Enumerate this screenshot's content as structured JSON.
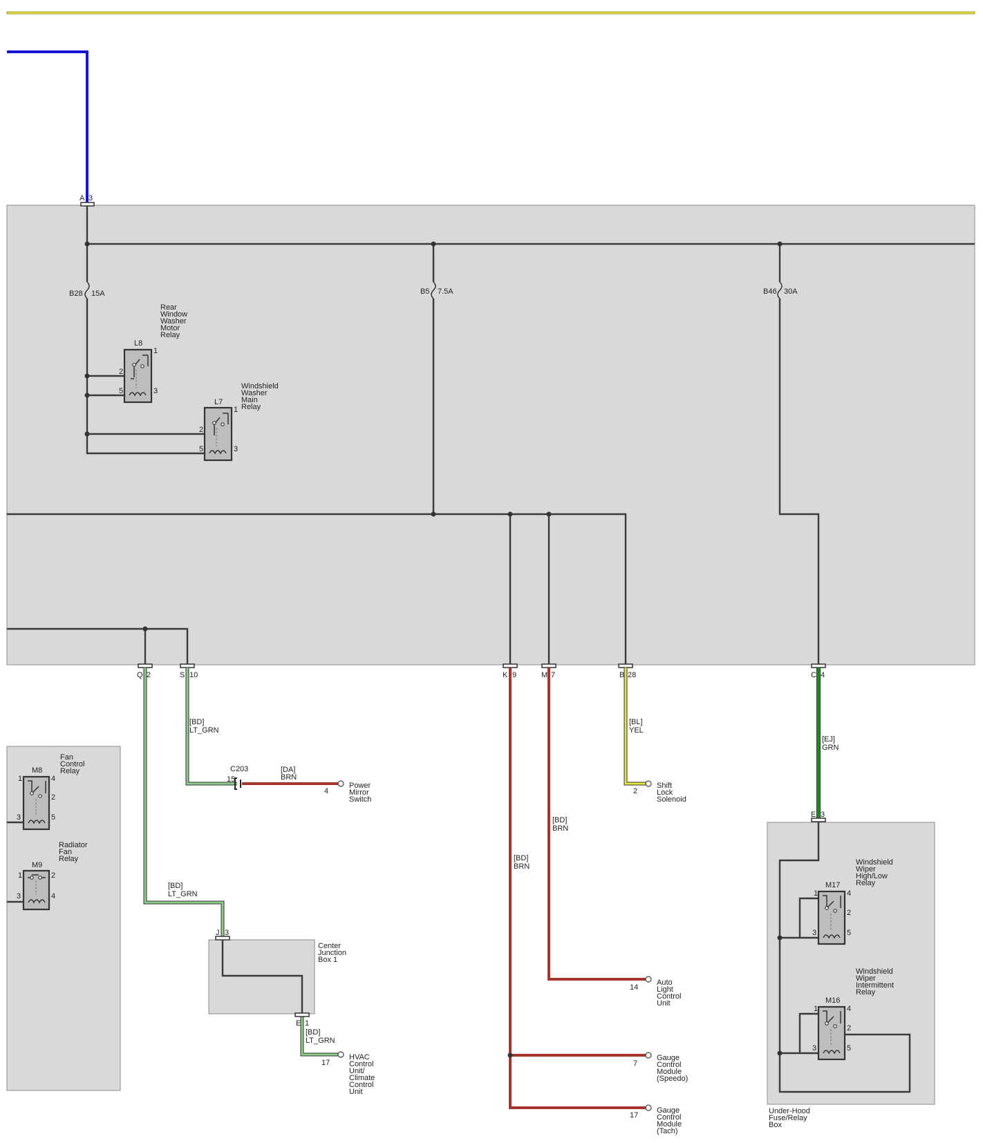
{
  "colors": {
    "panel": "#d9d9d9",
    "blue_wire": "#1414d2",
    "wire_BRN": "#a8322e",
    "wire_LT_GRN": "#8dcc8a",
    "wire_YEL": "#e9e43a",
    "wire_GRN": "#1f8a22",
    "header_rule": "#e6e23c",
    "internal_wire": "#3a3a3a"
  },
  "fuses": [
    {
      "id": "B28",
      "rating": "15A"
    },
    {
      "id": "B5",
      "rating": "7.5A"
    },
    {
      "id": "B46",
      "rating": "30A"
    }
  ],
  "relays": {
    "L8": {
      "name_lines": [
        "Rear",
        "Window",
        "Washer",
        "Motor",
        "Relay"
      ],
      "pins": [
        "1",
        "2",
        "5",
        "3"
      ]
    },
    "L7": {
      "name_lines": [
        "Windshield",
        "Washer",
        "Main",
        "Relay"
      ],
      "pins": [
        "1",
        "2",
        "5",
        "3"
      ]
    },
    "M8": {
      "name_lines": [
        "Fan",
        "Control",
        "Relay"
      ],
      "pins": [
        "1",
        "4",
        "2",
        "3",
        "5"
      ]
    },
    "M9": {
      "name_lines": [
        "Radiator",
        "Fan",
        "Relay"
      ],
      "pins": [
        "1",
        "2",
        "3",
        "4"
      ]
    },
    "M17": {
      "name_lines": [
        "Windshield",
        "Wiper",
        "High/Low",
        "Relay"
      ],
      "pins": [
        "1",
        "4",
        "2",
        "3",
        "5"
      ]
    },
    "M16": {
      "name_lines": [
        "Windshield",
        "Wiper",
        "Intermittent",
        "Relay"
      ],
      "pins": [
        "1",
        "4",
        "2",
        "3",
        "5"
      ]
    }
  },
  "connectors": {
    "A3": {
      "letter": "A",
      "pin": "3"
    },
    "Q2": {
      "letter": "Q",
      "pin": "2"
    },
    "S10": {
      "letter": "S",
      "pin": "10"
    },
    "K9": {
      "letter": "K",
      "pin": "9"
    },
    "M7": {
      "letter": "M",
      "pin": "7"
    },
    "B28c": {
      "letter": "B",
      "pin": "28"
    },
    "C4": {
      "letter": "C",
      "pin": "4"
    },
    "E3": {
      "letter": "E",
      "pin": "3"
    },
    "J3": {
      "letter": "J",
      "pin": "3"
    },
    "E1": {
      "letter": "E",
      "pin": "1"
    },
    "C203": {
      "name": "C203",
      "pin": "15"
    }
  },
  "wire_labels": {
    "s10": {
      "code": "[BD]",
      "color": "LT_GRN"
    },
    "c203": {
      "code": "[DA]",
      "color": "BRN"
    },
    "b28": {
      "code": "[BL]",
      "color": "YEL"
    },
    "c4": {
      "code": "[EJ]",
      "color": "GRN"
    },
    "m7": {
      "code": "[BD]",
      "color": "BRN"
    },
    "k9": {
      "code": "[BD]",
      "color": "BRN"
    },
    "q2": {
      "code": "[BD]",
      "color": "LT_GRN"
    },
    "e1": {
      "code": "[BD]",
      "color": "LT_GRN"
    }
  },
  "components": {
    "power_mirror": {
      "pin": "4",
      "name_lines": [
        "Power",
        "Mirror",
        "Switch"
      ]
    },
    "shift_lock": {
      "pin": "2",
      "name_lines": [
        "Shift",
        "Lock",
        "Solenoid"
      ]
    },
    "auto_light": {
      "pin": "14",
      "name_lines": [
        "Auto",
        "Light",
        "Control",
        "Unit"
      ]
    },
    "gauge_speedo": {
      "pin": "7",
      "name_lines": [
        "Gauge",
        "Control",
        "Module",
        "(Speedo)"
      ]
    },
    "gauge_tach": {
      "pin": "17",
      "name_lines": [
        "Gauge",
        "Control",
        "Module",
        "(Tach)"
      ]
    },
    "hvac": {
      "pin": "17",
      "name_lines": [
        "HVAC",
        "Control",
        "Unit/",
        "Climate",
        "Control",
        "Unit"
      ]
    },
    "center_jb": {
      "name_lines": [
        "Center",
        "Junction",
        "Box 1"
      ]
    },
    "underhood": {
      "name_lines": [
        "Under-Hood",
        "Fuse/Relay",
        "Box"
      ]
    }
  }
}
